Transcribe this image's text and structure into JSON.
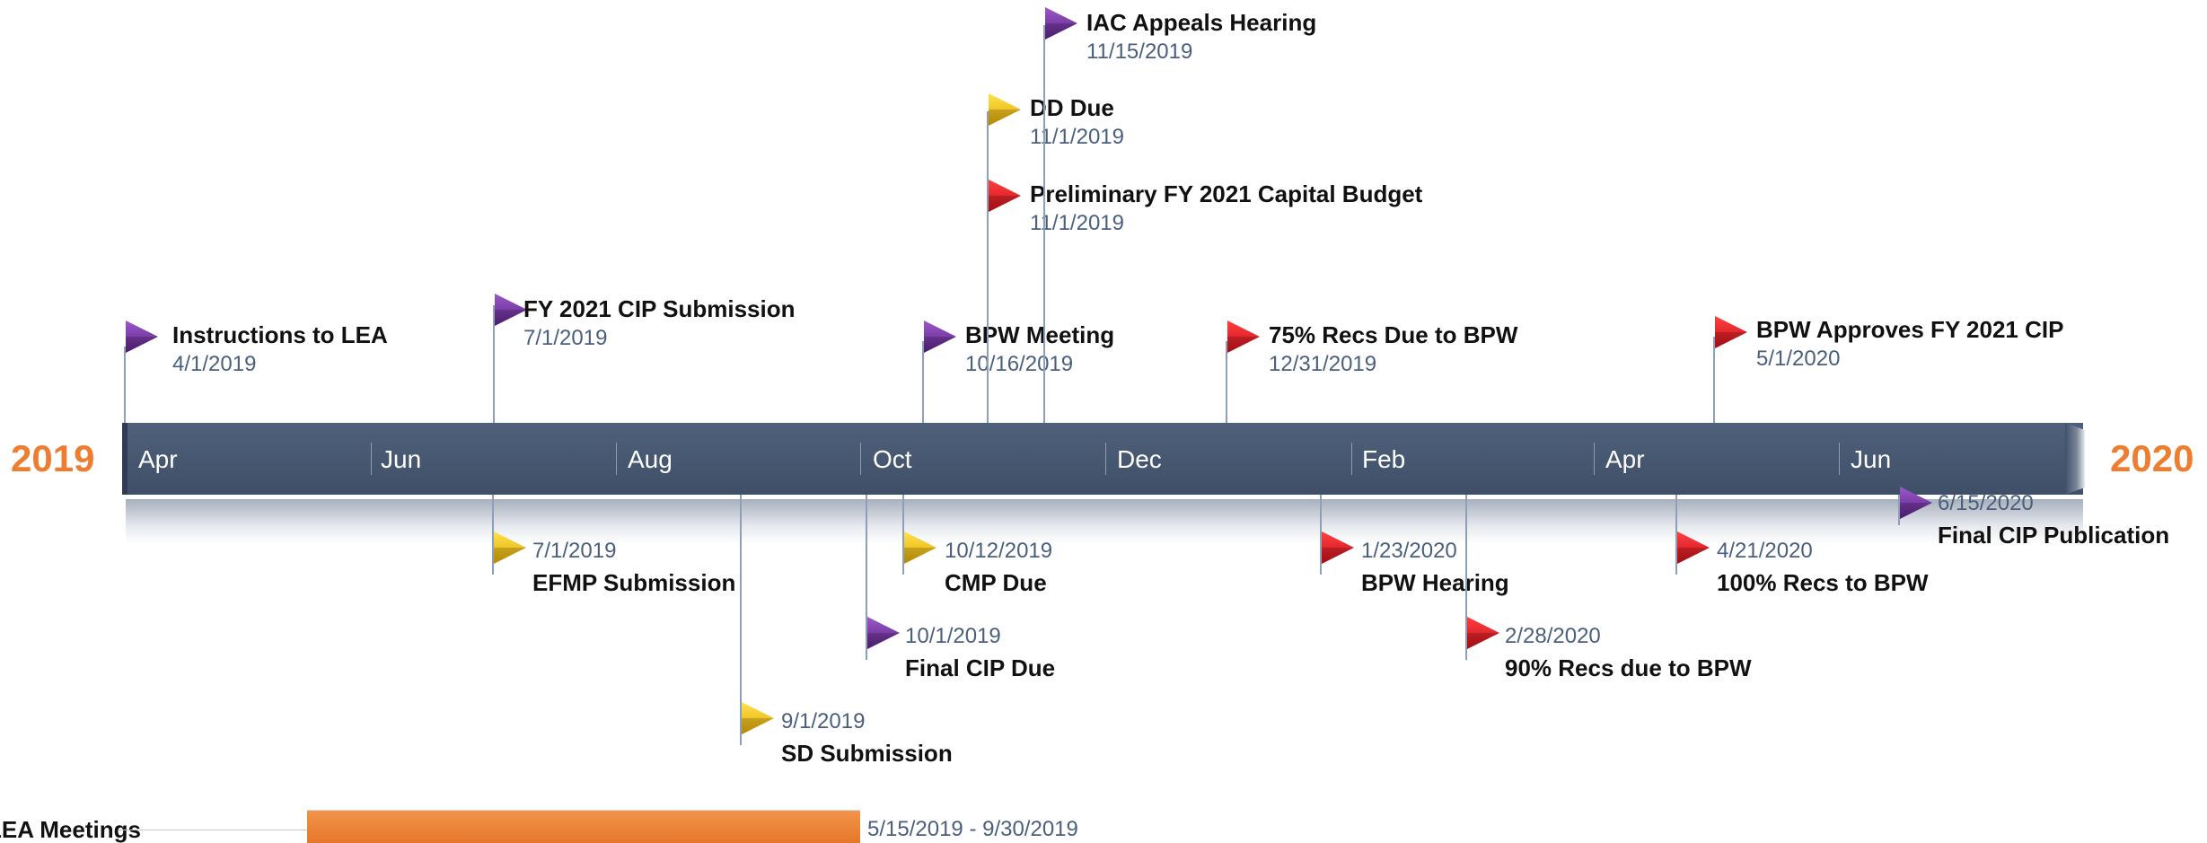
{
  "timeline": {
    "start_year": "2019",
    "end_year": "2020",
    "months": [
      "Apr",
      "Jun",
      "Aug",
      "Oct",
      "Dec",
      "Feb",
      "Apr",
      "Jun"
    ],
    "colors": {
      "bar": "#4A5A73",
      "year": "#ED7D31",
      "purple": "#7030A0",
      "yellow": "#FFC000",
      "red": "#E8202A",
      "task": "#ED7D31"
    }
  },
  "events": [
    {
      "title": "Instructions to LEA",
      "date": "4/1/2019",
      "color": "purple",
      "side": "above"
    },
    {
      "title": "FY 2021 CIP Submission",
      "date": "7/1/2019",
      "color": "purple",
      "side": "above"
    },
    {
      "title": "BPW Meeting",
      "date": "10/16/2019",
      "color": "purple",
      "side": "above"
    },
    {
      "title": "Preliminary FY 2021 Capital Budget",
      "date": "11/1/2019",
      "color": "red",
      "side": "above"
    },
    {
      "title": "DD Due",
      "date": "11/1/2019",
      "color": "yellow",
      "side": "above"
    },
    {
      "title": "IAC Appeals Hearing",
      "date": "11/15/2019",
      "color": "purple",
      "side": "above"
    },
    {
      "title": "75% Recs Due to BPW",
      "date": "12/31/2019",
      "color": "red",
      "side": "above"
    },
    {
      "title": "BPW Approves FY 2021 CIP",
      "date": "5/1/2020",
      "color": "red",
      "side": "above"
    },
    {
      "title": "EFMP Submission",
      "date": "7/1/2019",
      "color": "yellow",
      "side": "below"
    },
    {
      "title": "SD Submission",
      "date": "9/1/2019",
      "color": "yellow",
      "side": "below"
    },
    {
      "title": "Final CIP Due",
      "date": "10/1/2019",
      "color": "purple",
      "side": "below"
    },
    {
      "title": "CMP Due",
      "date": "10/12/2019",
      "color": "yellow",
      "side": "below"
    },
    {
      "title": "BPW Hearing",
      "date": "1/23/2020",
      "color": "red",
      "side": "below"
    },
    {
      "title": "90% Recs due to BPW",
      "date": "2/28/2020",
      "color": "red",
      "side": "below"
    },
    {
      "title": "100% Recs to BPW",
      "date": "4/21/2020",
      "color": "red",
      "side": "below"
    },
    {
      "title": "Final CIP Publication",
      "date": "6/15/2020",
      "color": "purple",
      "side": "below"
    }
  ],
  "task": {
    "label": "LEA Meetings",
    "dates": "5/15/2019 - 9/30/2019"
  }
}
